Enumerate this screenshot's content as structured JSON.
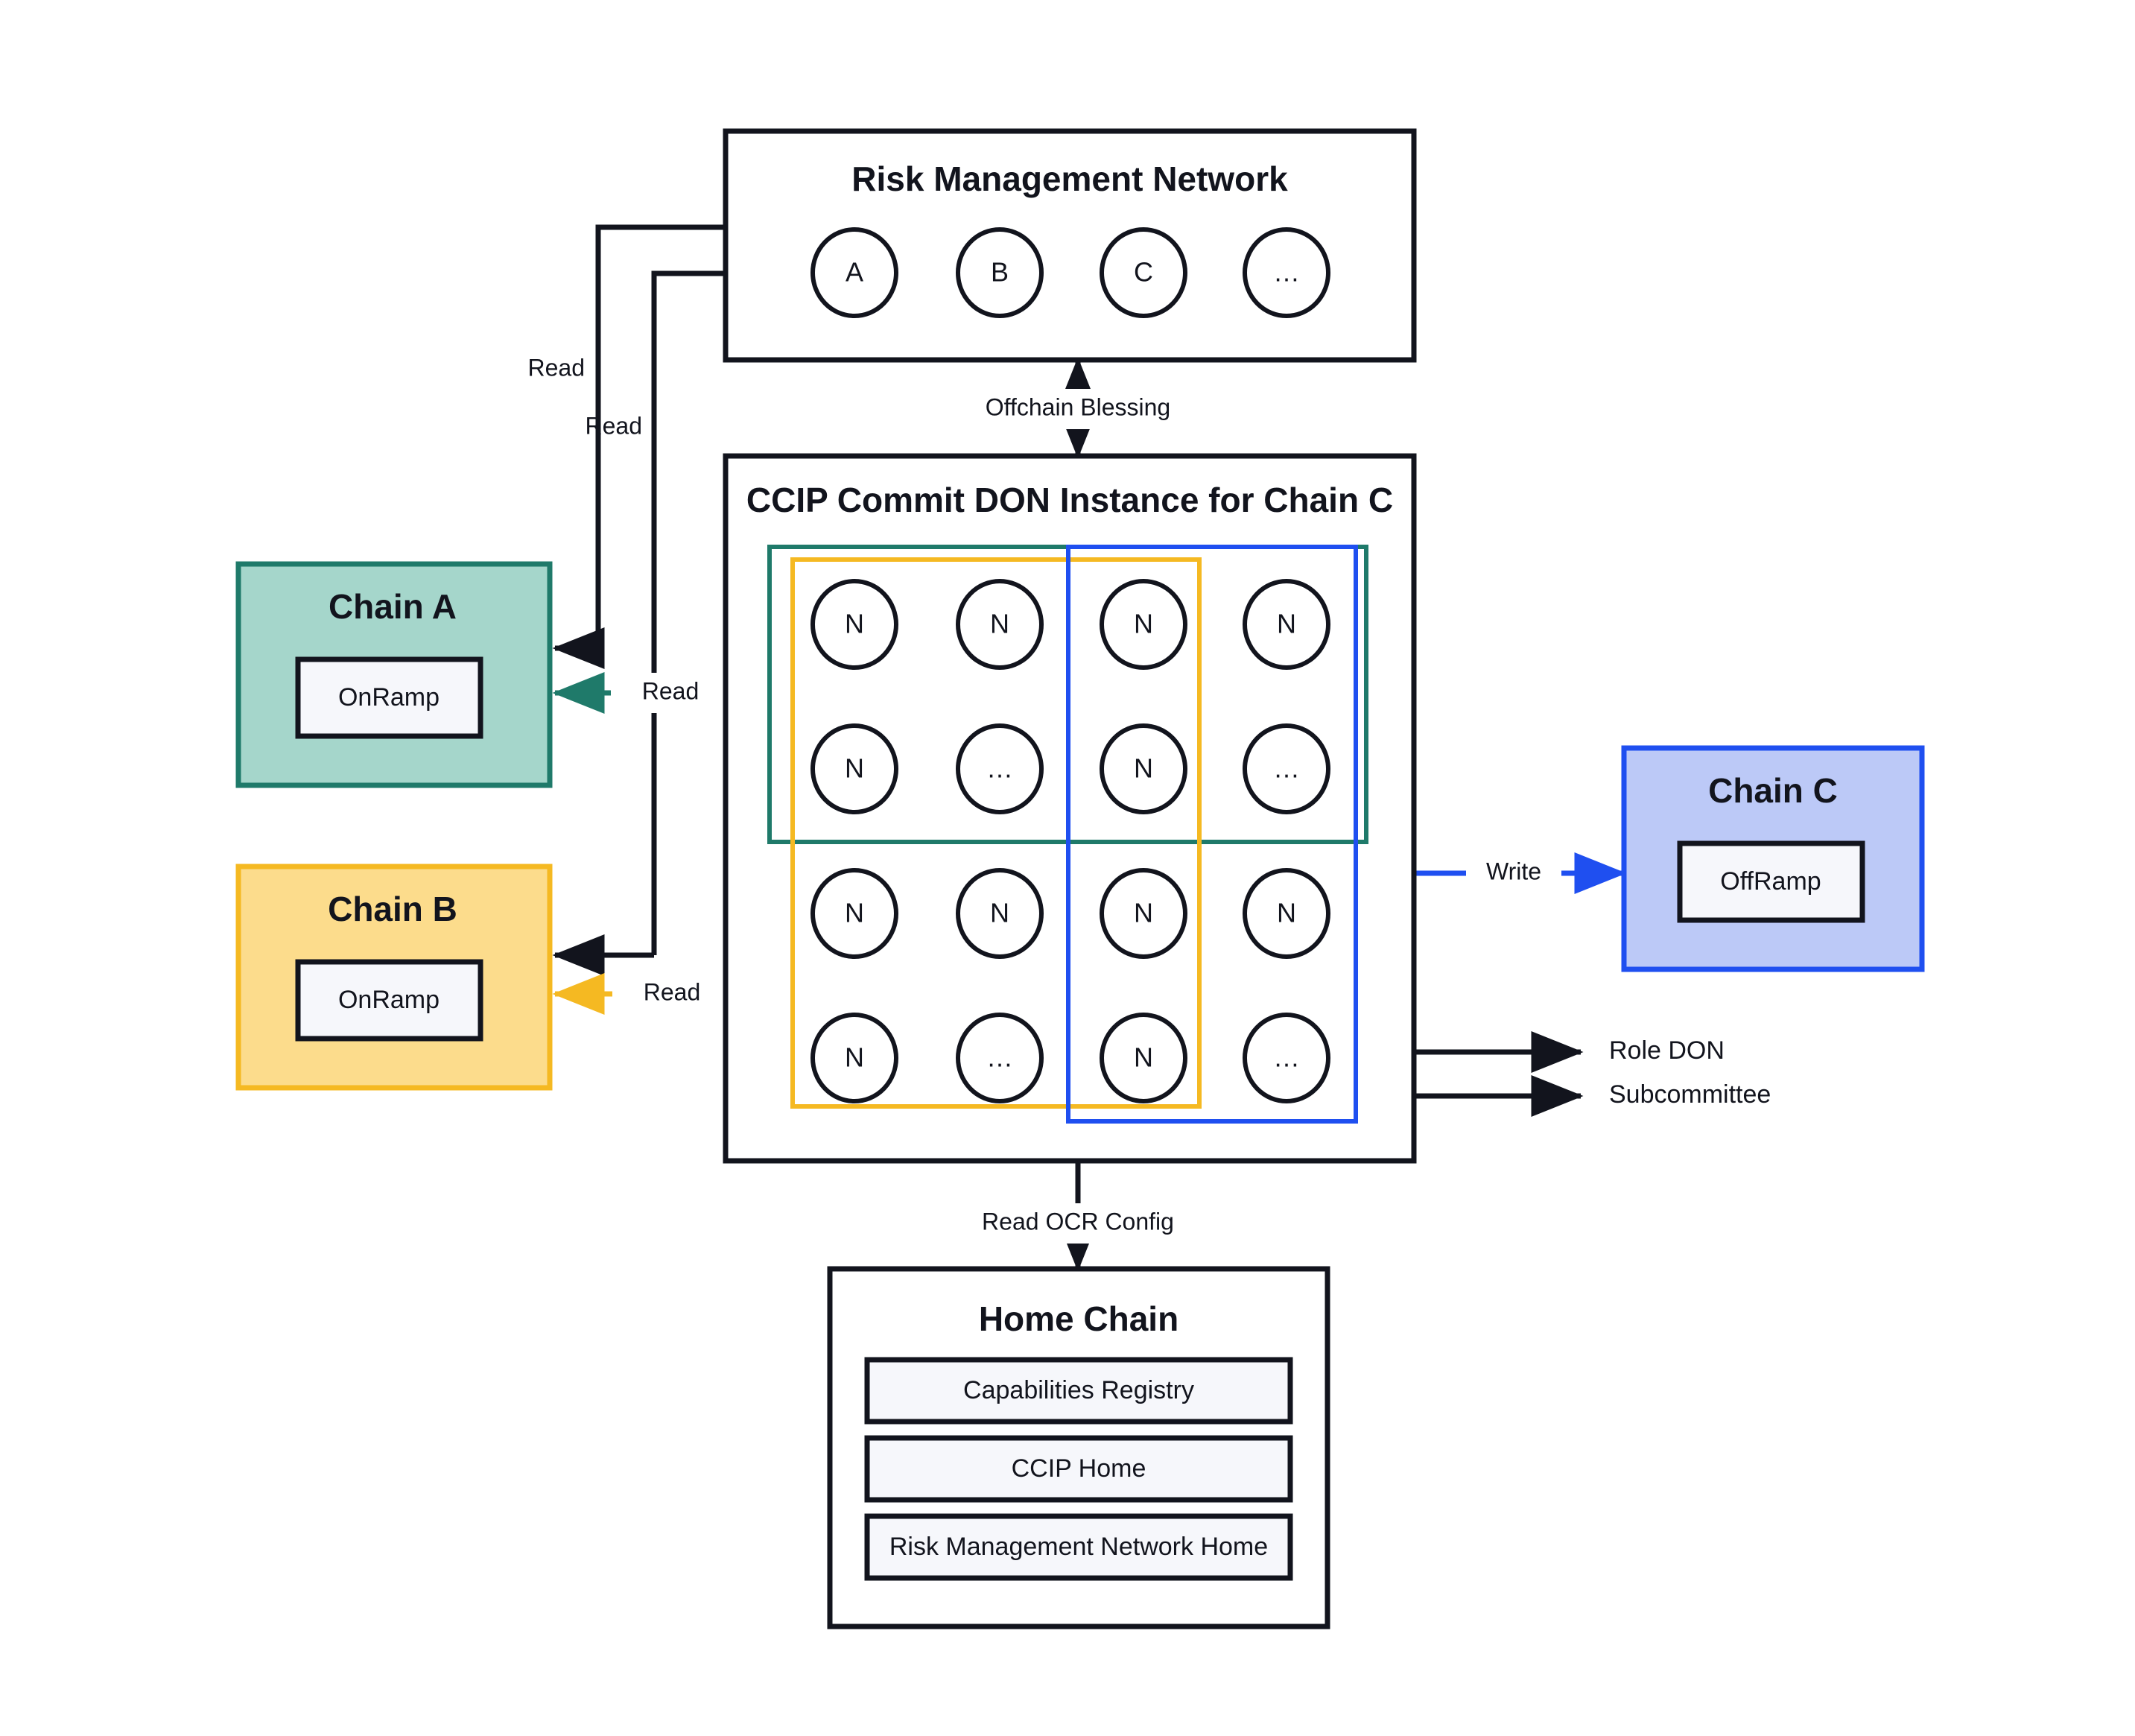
{
  "colors": {
    "dark": "#12141d",
    "teal": "#1f7a6a",
    "teal_fill": "#a5d6cb",
    "yellow": "#f5b922",
    "yellow_fill": "#fcdc8c",
    "blue": "#1f4ff0",
    "blue_fill": "#bcc9f7",
    "panel_fill": "#f6f7fb",
    "white": "#ffffff"
  },
  "risk_management_network": {
    "title": "Risk Management Network",
    "nodes": [
      "A",
      "B",
      "C",
      "…"
    ]
  },
  "offchain_blessing": {
    "label": "Offchain Blessing"
  },
  "commit_don": {
    "title": "CCIP Commit DON Instance for Chain C",
    "node_label": "N",
    "ellipsis_label": "…",
    "grid": [
      [
        "N",
        "N",
        "N",
        "N"
      ],
      [
        "N",
        "…",
        "N",
        "…"
      ],
      [
        "N",
        "N",
        "N",
        "N"
      ],
      [
        "N",
        "…",
        "N",
        "…"
      ]
    ]
  },
  "chain_a": {
    "title": "Chain A",
    "contract": "OnRamp"
  },
  "chain_b": {
    "title": "Chain B",
    "contract": "OnRamp"
  },
  "chain_c": {
    "title": "Chain C",
    "contract": "OffRamp"
  },
  "home_chain": {
    "title": "Home Chain",
    "items": [
      "Capabilities Registry",
      "CCIP Home",
      "Risk Management Network Home"
    ]
  },
  "edges": {
    "read_rmn_to_chain_a": "Read",
    "read_rmn_to_chain_b": "Read",
    "read_don_to_chain_a": "Read",
    "read_don_to_chain_b": "Read",
    "write_don_to_chain_c": "Write",
    "read_ocr_config": "Read OCR Config"
  },
  "legend": {
    "role_don": "Role DON",
    "subcommittee": "Subcommittee"
  }
}
